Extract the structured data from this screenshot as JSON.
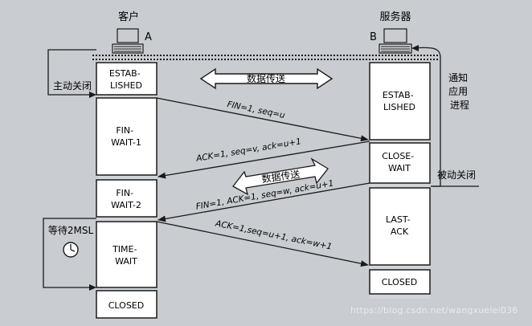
{
  "client": {
    "name": "客户",
    "letter": "A"
  },
  "server": {
    "name": "服务器",
    "letter": "B"
  },
  "client_states": [
    "ESTAB-\nLISHED",
    "FIN-\nWAIT-1",
    "FIN-\nWAIT-2",
    "TIME-\nWAIT",
    "CLOSED"
  ],
  "server_states": [
    "ESTAB-\nLISHED",
    "CLOSE-\nWAIT",
    "LAST-\nACK",
    "CLOSED"
  ],
  "labels": {
    "active_close": "主动关闭",
    "passive_close": "被动关闭",
    "notify_app": "通知\n应用\n进程",
    "wait_2msl": "等待2MSL",
    "data_transfer_top": "数据传送",
    "data_transfer_mid": "数据传送"
  },
  "messages": [
    {
      "text": "FIN=1, seq=u"
    },
    {
      "text": "ACK=1, seq=v, ack=u+1"
    },
    {
      "text": "FIN=1, ACK=1, seq=w, ack=u+1"
    },
    {
      "text": "ACK=1,seq=u+1, ack=w+1"
    }
  ],
  "watermark": "https://blog.csdn.net/wangxuelei036"
}
